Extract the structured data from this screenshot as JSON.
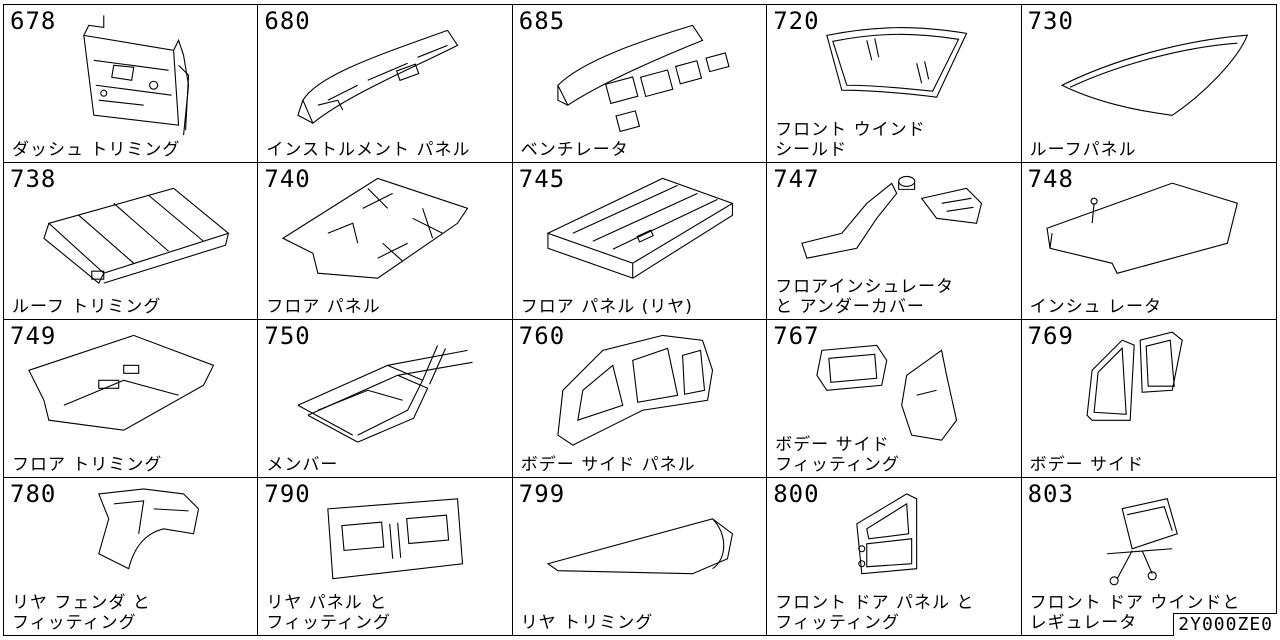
{
  "figure_id": "2Y000ZE0",
  "parts": [
    {
      "code": "678",
      "label": "ダッシュ トリミング"
    },
    {
      "code": "680",
      "label": "インストルメント パネル"
    },
    {
      "code": "685",
      "label": "ベンチレータ"
    },
    {
      "code": "720",
      "label": "フロント ウインド\nシールド"
    },
    {
      "code": "730",
      "label": "ルーフパネル"
    },
    {
      "code": "738",
      "label": "ルーフ トリミング"
    },
    {
      "code": "740",
      "label": "フロア パネル"
    },
    {
      "code": "745",
      "label": "フロア パネル (リヤ)"
    },
    {
      "code": "747",
      "label": "フロアインシュレータ\nと アンダーカバー"
    },
    {
      "code": "748",
      "label": "インシュ レータ"
    },
    {
      "code": "749",
      "label": "フロア トリミング"
    },
    {
      "code": "750",
      "label": "メンバー"
    },
    {
      "code": "760",
      "label": "ボデー サイド パネル"
    },
    {
      "code": "767",
      "label": "ボデー サイド\nフィッティング"
    },
    {
      "code": "769",
      "label": "ボデー サイド"
    },
    {
      "code": "780",
      "label": "リヤ フェンダ と\nフィッティング"
    },
    {
      "code": "790",
      "label": "リヤ パネル と\nフィッティング"
    },
    {
      "code": "799",
      "label": "リヤ トリミング"
    },
    {
      "code": "800",
      "label": "フロント ドア パネル と\nフィッティング"
    },
    {
      "code": "803",
      "label": "フロント ドア ウインドと\nレギュレータ"
    }
  ]
}
